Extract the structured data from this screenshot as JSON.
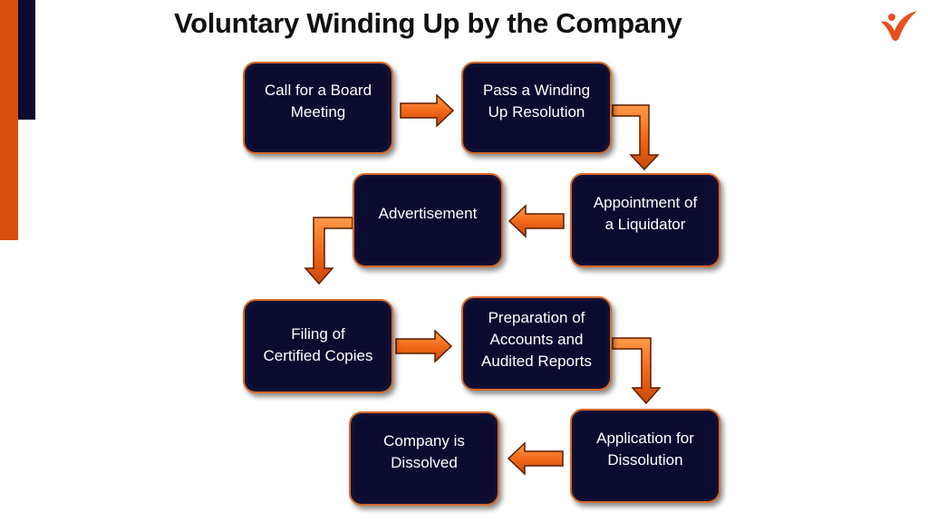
{
  "title": "Voluntary Winding Up by the Company",
  "logo": {
    "icon": "checkmark-logo-icon",
    "color": "#e8501f"
  },
  "colors": {
    "box_fill": "#0b0b30",
    "box_border": "#d8692a",
    "arrow": "#f26a1b",
    "accent_orange": "#d94f0e",
    "accent_navy": "#0d0c2e"
  },
  "steps": [
    {
      "label": "Call for a Board\nMeeting"
    },
    {
      "label": "Pass a Winding\nUp Resolution"
    },
    {
      "label": "Appointment of\na Liquidator"
    },
    {
      "label": "Advertisement"
    },
    {
      "label": "Filing of\nCertified Copies"
    },
    {
      "label": "Preparation of\nAccounts and\nAudited Reports"
    },
    {
      "label": "Application for\nDissolution"
    },
    {
      "label": "Company is\nDissolved"
    }
  ]
}
